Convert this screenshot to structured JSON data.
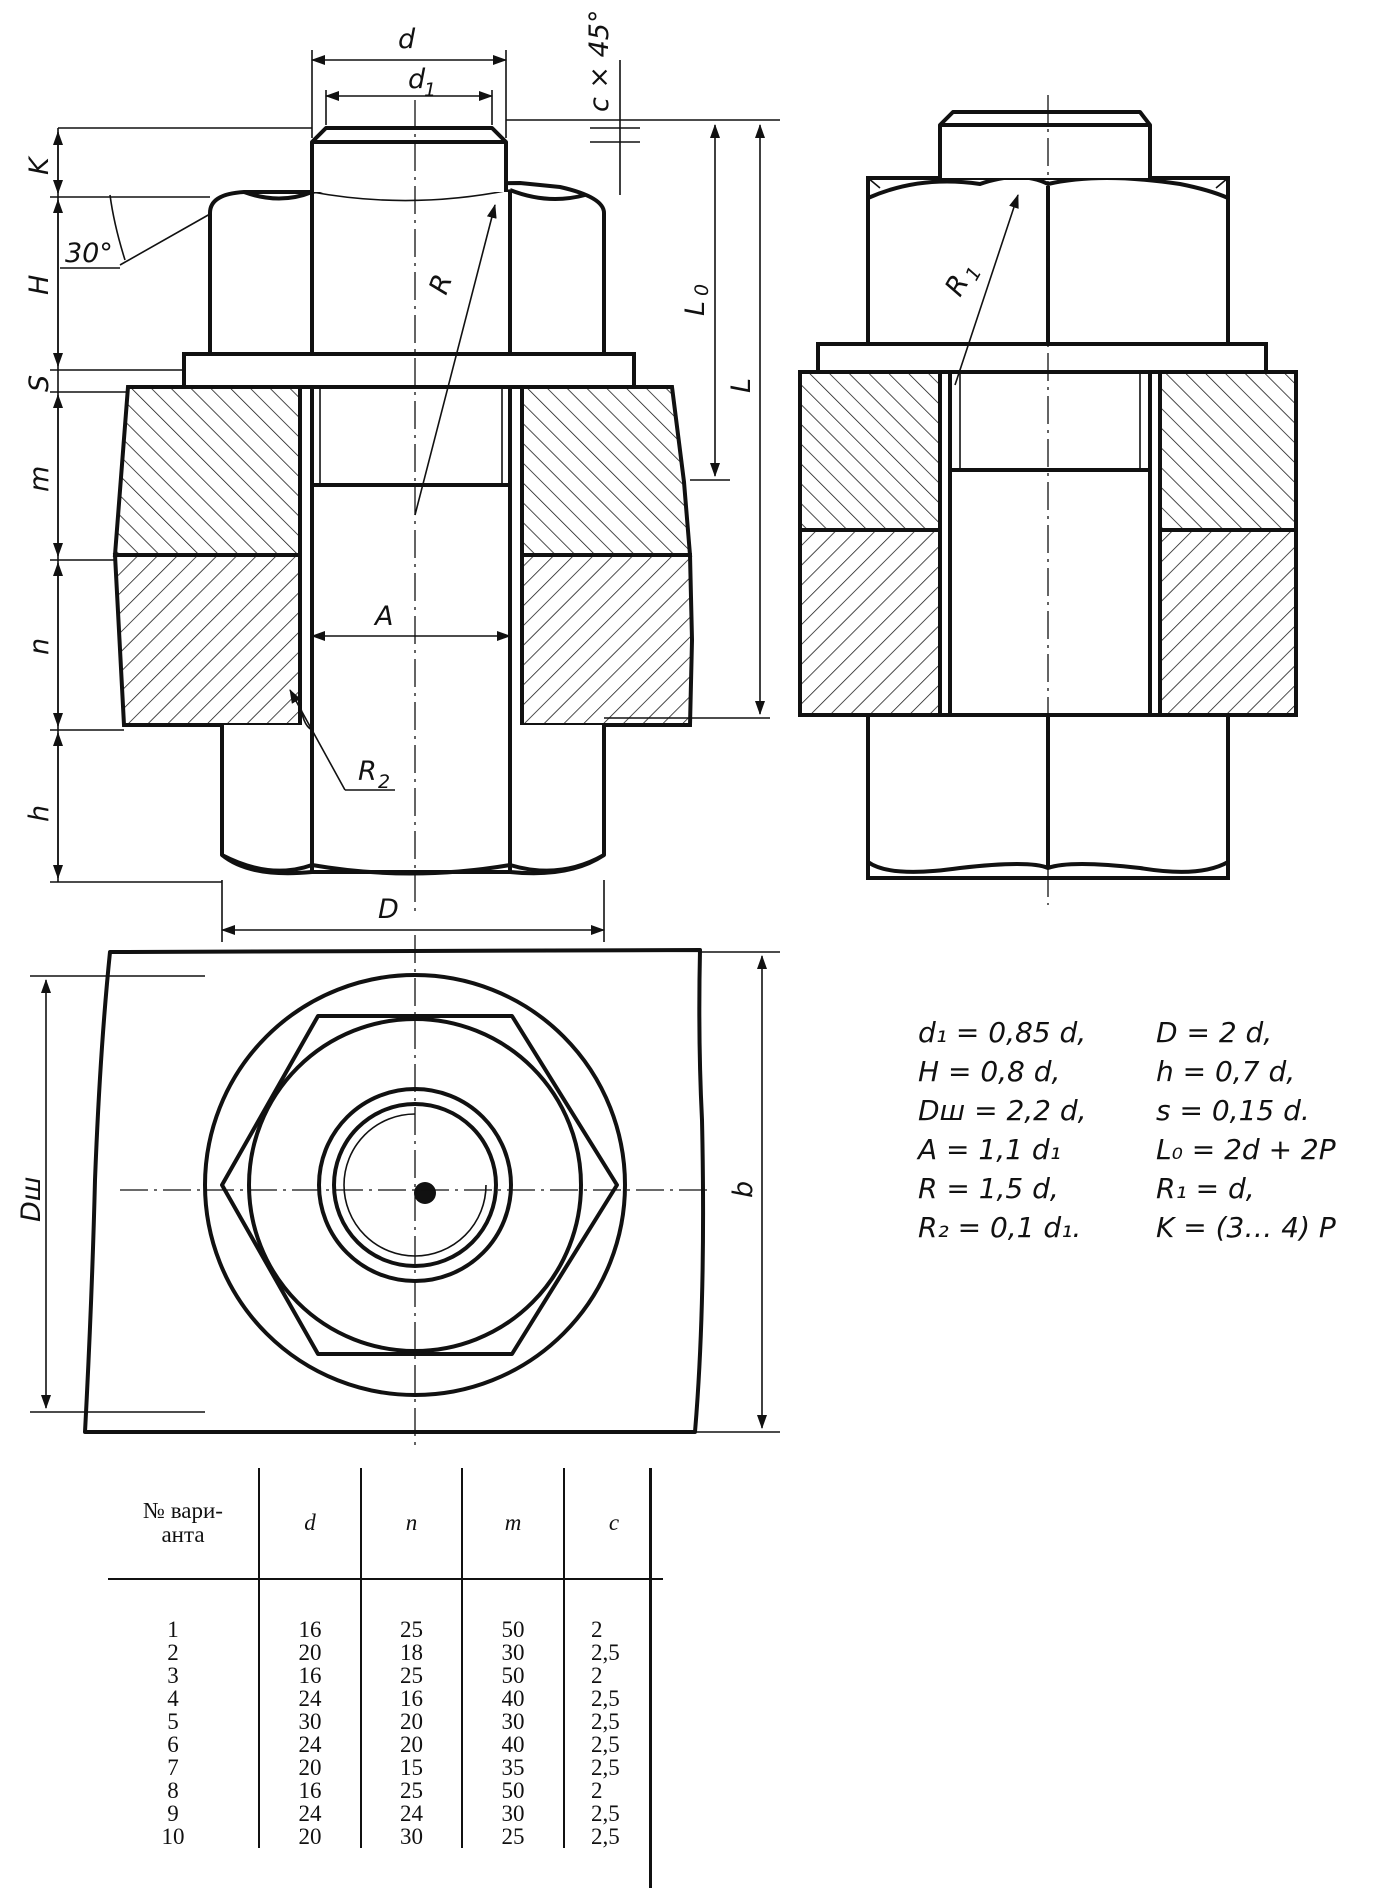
{
  "labels": {
    "d": "d",
    "d1": "d",
    "d1_sub": "1",
    "chamfer": "c × 45°",
    "K": "K",
    "H": "H",
    "S": "S",
    "m": "m",
    "n": "n",
    "h": "h",
    "angle30": "30°",
    "R": "R",
    "L0": "L",
    "L0_sub": "0",
    "L": "L",
    "A": "A",
    "R2": "R",
    "R2_sub": "2",
    "D": "D",
    "R1": "R",
    "R1_sub": "1",
    "Dsh": "Dш",
    "b": "b"
  },
  "formulas": {
    "left": [
      "d₁ = 0,85 d,",
      "H = 0,8 d,",
      "Dш = 2,2 d,",
      "A = 1,1 d₁",
      "R = 1,5 d,",
      "R₂ = 0,1 d₁."
    ],
    "right": [
      "D = 2 d,",
      "h = 0,7 d,",
      "s = 0,15 d.",
      "L₀ = 2d + 2P",
      "R₁ = d,",
      "K = (3… 4) P"
    ]
  },
  "table": {
    "headers": [
      "№ вари-\nанта",
      "d",
      "n",
      "m",
      "c"
    ],
    "rows": [
      [
        "1",
        "16",
        "25",
        "50",
        "2"
      ],
      [
        "2",
        "20",
        "18",
        "30",
        "2,5"
      ],
      [
        "3",
        "16",
        "25",
        "50",
        "2"
      ],
      [
        "4",
        "24",
        "16",
        "40",
        "2,5"
      ],
      [
        "5",
        "30",
        "20",
        "30",
        "2,5"
      ],
      [
        "6",
        "24",
        "20",
        "40",
        "2,5"
      ],
      [
        "7",
        "20",
        "15",
        "35",
        "2,5"
      ],
      [
        "8",
        "16",
        "25",
        "50",
        "2"
      ],
      [
        "9",
        "24",
        "24",
        "30",
        "2,5"
      ],
      [
        "10",
        "20",
        "30",
        "25",
        "2,5"
      ]
    ]
  }
}
